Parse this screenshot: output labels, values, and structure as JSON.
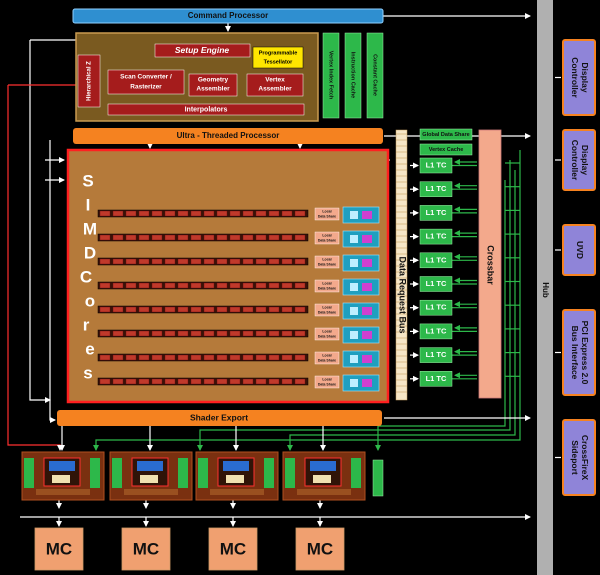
{
  "command_processor": "Command Processor",
  "setup_engine": "Setup Engine",
  "programmable_tessellator": [
    "Programmable",
    "Tessellator"
  ],
  "hierarchical_z": "Hierarchical Z",
  "scan_converter": [
    "Scan Converter /",
    "Rasterizer"
  ],
  "geometry_assembler": [
    "Geometry",
    "Assembler"
  ],
  "vertex_assembler": [
    "Vertex",
    "Assembler"
  ],
  "interpolators": "Interpolators",
  "vertex_index_fetch": "Vertex Index Fetch",
  "instruction_cache": "Instruction Cache",
  "constant_cache": "Constant Cache",
  "ultra_threaded_processor": "Ultra - Threaded Processor",
  "global_data_share": "Global Data Share",
  "vertex_cache": "Vertex Cache",
  "simd_cores": [
    "S",
    "I",
    "M",
    "D",
    "C",
    "o",
    "r",
    "e",
    "s"
  ],
  "local_data_share": [
    "Local",
    "Data Share"
  ],
  "data_request_bus": "Data Request Bus",
  "l1_tc": "L1 TC",
  "crossbar": "Crossbar",
  "hub": "Hub",
  "shader_export": "Shader Export",
  "memory_controller": "MC",
  "side_blocks": [
    [
      "Display",
      "Controller"
    ],
    [
      "Display",
      "Controller"
    ],
    [
      "UVD"
    ],
    [
      "PCI Express 2.0",
      "Bus Interface"
    ],
    [
      "CrossFireX",
      "Sideport"
    ]
  ],
  "colors": {
    "command": "#2f8fd0",
    "orange": "#f58220",
    "tan": "#b57a3a",
    "olive": "#7a5a20",
    "red_block": "#a51c1c",
    "green": "#2db84a",
    "salmon": "#f3a98c",
    "side_block": "#8f84d8",
    "hub": "#b0b0b0",
    "mc": "#f0a070"
  }
}
